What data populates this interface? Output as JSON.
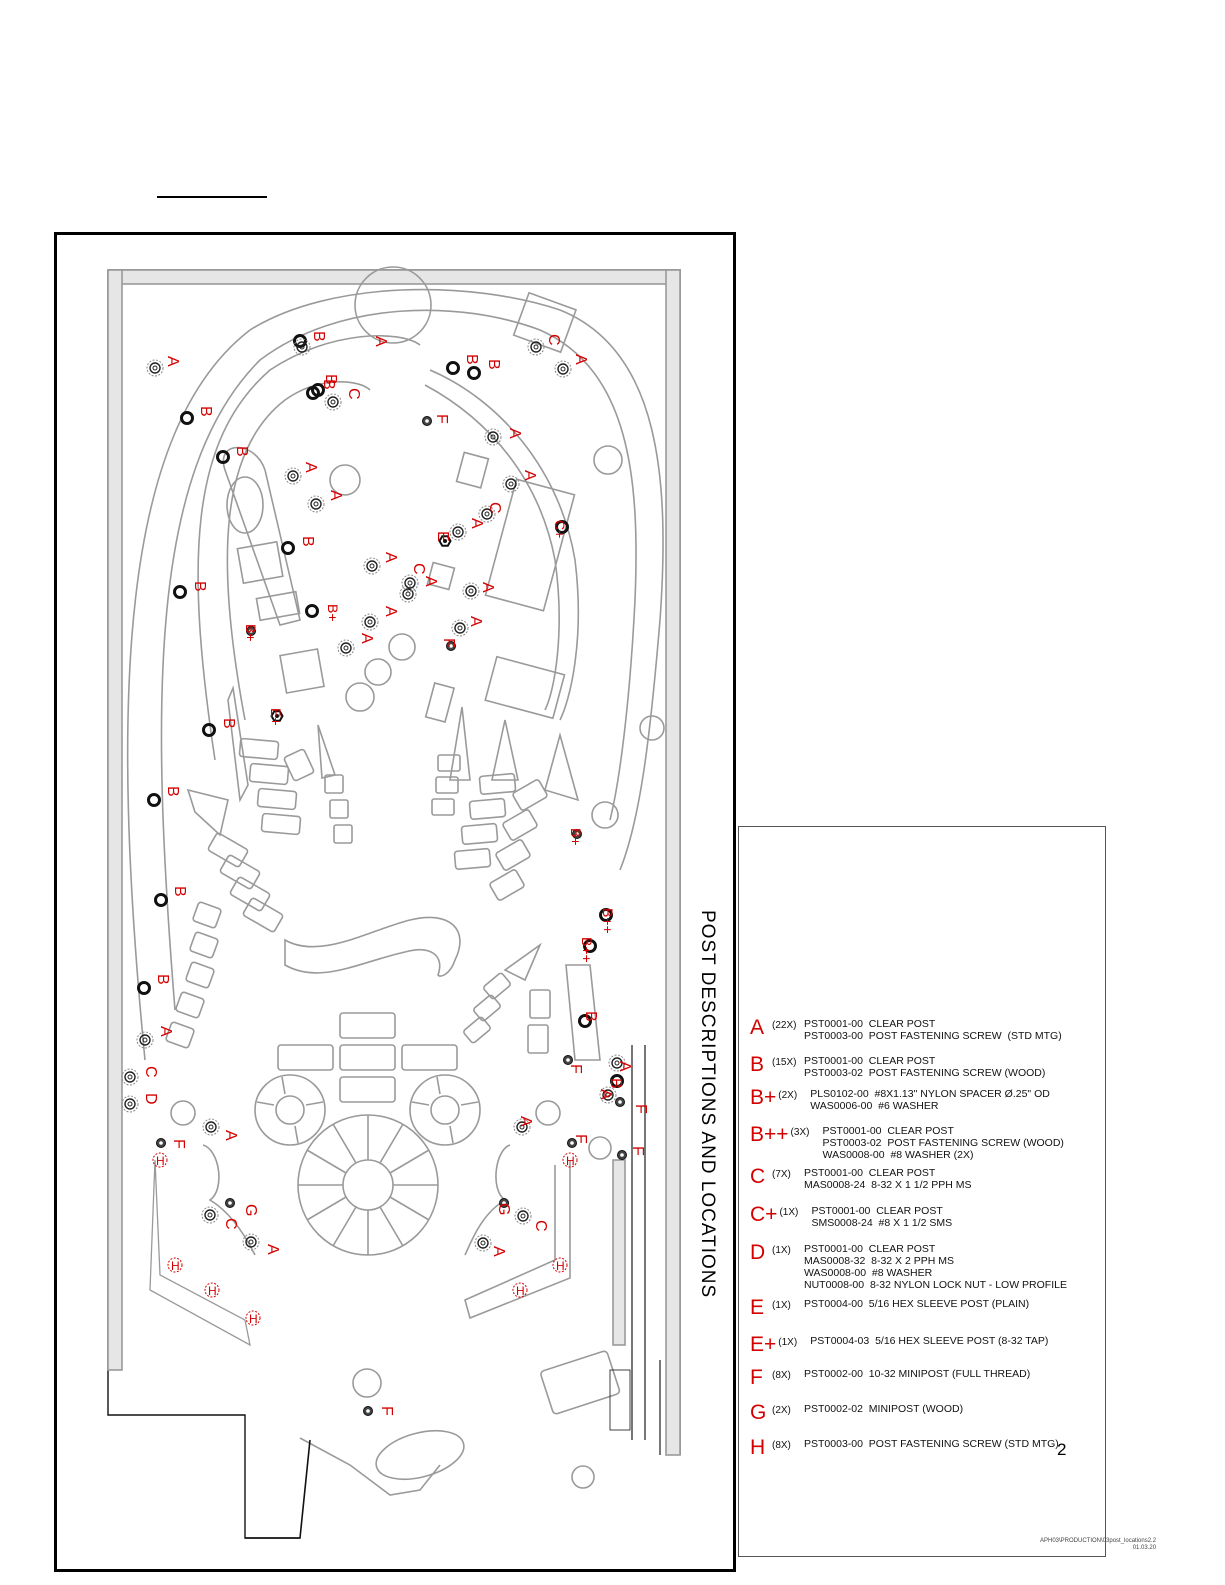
{
  "legend": {
    "title": "POST DESCRIPTIONS AND LOCATIONS",
    "rows": [
      {
        "letter": "A",
        "qty": "(22X)",
        "lines": [
          "PST0001-00  CLEAR POST",
          "PST0003-00  POST FASTENING SCREW  (STD MTG)"
        ]
      },
      {
        "letter": "B",
        "qty": "(15X)",
        "lines": [
          "PST0001-00  CLEAR POST",
          "PST0003-02  POST FASTENING SCREW (WOOD)"
        ]
      },
      {
        "letter": "B+",
        "qty": "(2X)",
        "lines": [
          "PLS0102-00  #8X1.13\" NYLON SPACER Ø.25\" OD",
          "WAS0006-00  #6 WASHER"
        ]
      },
      {
        "letter": "B++",
        "qty": "(3X)",
        "lines": [
          "PST0001-00  CLEAR POST",
          "PST0003-02  POST FASTENING SCREW (WOOD)",
          "WAS0008-00  #8 WASHER (2X)"
        ]
      },
      {
        "letter": "C",
        "qty": "(7X)",
        "lines": [
          "PST0001-00  CLEAR POST",
          "MAS0008-24  8-32 X 1 1/2 PPH MS"
        ]
      },
      {
        "letter": "C+",
        "qty": "(1X)",
        "lines": [
          "PST0001-00  CLEAR POST",
          "SMS0008-24  #8 X 1 1/2 SMS"
        ]
      },
      {
        "letter": "D",
        "qty": "(1X)",
        "lines": [
          "PST0001-00  CLEAR POST",
          "MAS0008-32  8-32 X 2 PPH MS",
          "WAS0008-00  #8 WASHER",
          "NUT0008-00  8-32 NYLON LOCK NUT - LOW PROFILE"
        ]
      },
      {
        "letter": "E",
        "qty": "(1X)",
        "lines": [
          "PST0004-00  5/16 HEX SLEEVE POST (PLAIN)"
        ]
      },
      {
        "letter": "E+",
        "qty": "(1X)",
        "lines": [
          "PST0004-03  5/16 HEX SLEEVE POST (8-32 TAP)"
        ]
      },
      {
        "letter": "F",
        "qty": "(8X)",
        "lines": [
          "PST0002-00  10-32 MINIPOST (FULL THREAD)"
        ]
      },
      {
        "letter": "G",
        "qty": "(2X)",
        "lines": [
          "PST0002-02  MINIPOST (WOOD)"
        ]
      },
      {
        "letter": "H",
        "qty": "(8X)",
        "lines": [
          "PST0003-00  POST FASTENING SCREW (STD MTG)"
        ]
      }
    ]
  },
  "page_number": "2",
  "footer_note": [
    "APH03\\PRODUCTION\\03post_locations2.2",
    "01.03.20"
  ],
  "posts": [
    {
      "label": "A",
      "type": "clear"
    },
    {
      "label": "B",
      "type": "black"
    },
    {
      "label": "A",
      "type": "clear"
    },
    {
      "label": "B",
      "type": "black"
    },
    {
      "label": "C",
      "type": "clear"
    },
    {
      "label": "B",
      "type": "black"
    },
    {
      "label": "B",
      "type": "black"
    },
    {
      "label": "A",
      "type": "clear"
    },
    {
      "label": "A",
      "type": "clear"
    },
    {
      "label": "B",
      "type": "black"
    },
    {
      "label": "B",
      "type": "black"
    },
    {
      "label": "C",
      "type": "clear"
    },
    {
      "label": "A",
      "type": "clear"
    },
    {
      "label": "B",
      "type": "black"
    },
    {
      "label": "F",
      "type": "mini"
    },
    {
      "label": "A",
      "type": "clear"
    },
    {
      "label": "A",
      "type": "clear"
    },
    {
      "label": "C",
      "type": "clear"
    },
    {
      "label": "C+",
      "type": "black"
    },
    {
      "label": "A",
      "type": "clear"
    },
    {
      "label": "E",
      "type": "hex"
    },
    {
      "label": "B",
      "type": "black"
    },
    {
      "label": "A",
      "type": "clear"
    },
    {
      "label": "C",
      "type": "clear"
    },
    {
      "label": "A",
      "type": "clear"
    },
    {
      "label": "B",
      "type": "black"
    },
    {
      "label": "B+",
      "type": "black"
    },
    {
      "label": "B+",
      "type": "mini"
    },
    {
      "label": "A",
      "type": "clear"
    },
    {
      "label": "A",
      "type": "clear"
    },
    {
      "label": "A",
      "type": "clear"
    },
    {
      "label": "F",
      "type": "mini"
    },
    {
      "label": "A",
      "type": "clear"
    },
    {
      "label": "B",
      "type": "black"
    },
    {
      "label": "E+",
      "type": "hex"
    },
    {
      "label": "B",
      "type": "black"
    },
    {
      "label": "B+",
      "type": "mini"
    },
    {
      "label": "B",
      "type": "black"
    },
    {
      "label": "B++",
      "type": "black"
    },
    {
      "label": "B++",
      "type": "black"
    },
    {
      "label": "B",
      "type": "black"
    },
    {
      "label": "B",
      "type": "black"
    },
    {
      "label": "A",
      "type": "clear"
    },
    {
      "label": "C",
      "type": "clear"
    },
    {
      "label": "D",
      "type": "clear"
    },
    {
      "label": "F",
      "type": "mini"
    },
    {
      "label": "A",
      "type": "clear"
    },
    {
      "label": "B",
      "type": "black"
    },
    {
      "label": "A",
      "type": "clear"
    },
    {
      "label": "F",
      "type": "mini"
    },
    {
      "label": "A",
      "type": "clear"
    },
    {
      "label": "A",
      "type": "clear"
    },
    {
      "label": "F",
      "type": "mini"
    },
    {
      "label": "F",
      "type": "mini"
    },
    {
      "label": "F",
      "type": "mini"
    },
    {
      "label": "G",
      "type": "mini"
    },
    {
      "label": "C",
      "type": "clear"
    },
    {
      "label": "A",
      "type": "clear"
    },
    {
      "label": "G",
      "type": "mini"
    },
    {
      "label": "C",
      "type": "clear"
    },
    {
      "label": "A",
      "type": "clear"
    },
    {
      "label": "F",
      "type": "mini"
    }
  ],
  "h_marker_label": "H",
  "colors": {
    "label": "#d40000",
    "outline": "#9a9a9a",
    "post_black": "#111111"
  }
}
